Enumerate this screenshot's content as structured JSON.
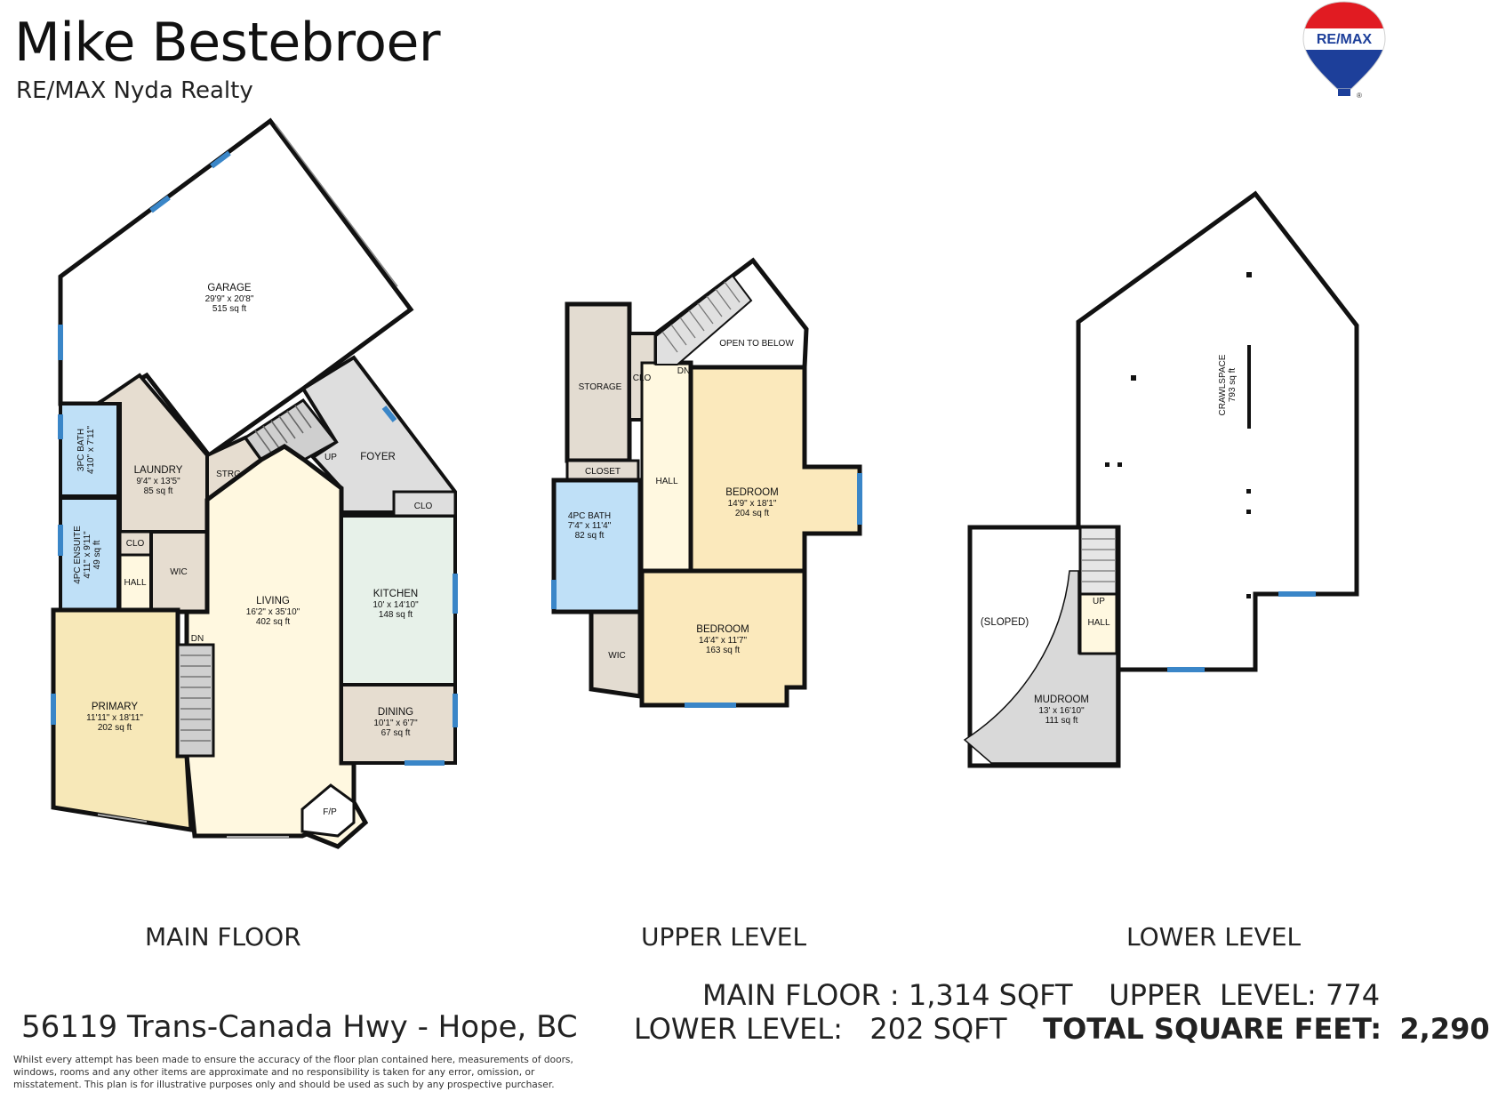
{
  "agent": {
    "name": "Mike Bestebroer",
    "brokerage": "RE/MAX Nyda Realty"
  },
  "logo": {
    "text": "RE/MAX",
    "mark": "®",
    "colors": {
      "red": "#e11b22",
      "white": "#ffffff",
      "blue": "#1d3f9a"
    }
  },
  "colors": {
    "wall": "#111111",
    "window": "#3a86c8",
    "garage": "#ffffff",
    "laundry": "#e6ddd0",
    "bath": "#bfe0f7",
    "living": "#fff8e0",
    "primary": "#f7e8b8",
    "kitchen": "#e7f1e9",
    "foyer": "#dedede",
    "bedroom": "#fbe9bc",
    "storage": "#e3dcd1",
    "mudroom": "#d9d9d9",
    "stair": "#cfcfcf"
  },
  "main_floor": {
    "caption": "MAIN FLOOR",
    "rooms": {
      "garage": {
        "name": "GARAGE",
        "dims": "29'9\" x 20'8\"",
        "area": "515 sq ft"
      },
      "laundry": {
        "name": "LAUNDRY",
        "dims": "9'4\" x 13'5\"",
        "area": "85 sq ft"
      },
      "bath3": {
        "name": "3PC BATH",
        "dims": "4'10\" x 7'11\""
      },
      "ensuite": {
        "name": "4PC ENSUITE",
        "dims": "4'11\" x 9'11\"",
        "area": "49 sq ft"
      },
      "living": {
        "name": "LIVING",
        "dims": "16'2\" x 35'10\"",
        "area": "402 sq ft"
      },
      "kitchen": {
        "name": "KITCHEN",
        "dims": "10' x 14'10\"",
        "area": "148 sq ft"
      },
      "dining": {
        "name": "DINING",
        "dims": "10'1\" x 6'7\"",
        "area": "67 sq ft"
      },
      "primary": {
        "name": "PRIMARY",
        "dims": "11'11\" x 18'11\"",
        "area": "202 sq ft"
      },
      "foyer": {
        "name": "FOYER"
      }
    },
    "labels": {
      "strg": "STRG",
      "up": "UP",
      "clo": "CLO",
      "clo2": "CLO",
      "wic": "WIC",
      "hall": "HALL",
      "dn": "DN",
      "fp": "F/P"
    }
  },
  "upper_level": {
    "caption": "UPPER LEVEL",
    "rooms": {
      "storage": {
        "name": "STORAGE"
      },
      "bath4": {
        "name": "4PC BATH",
        "dims": "7'4\" x 11'4\"",
        "area": "82 sq ft"
      },
      "bedroom1": {
        "name": "BEDROOM",
        "dims": "14'9\" x 18'1\"",
        "area": "204 sq ft"
      },
      "bedroom2": {
        "name": "BEDROOM",
        "dims": "14'4\" x 11'7\"",
        "area": "163 sq ft"
      },
      "hall": {
        "name": "HALL"
      }
    },
    "labels": {
      "clo": "CLO",
      "closet": "CLOSET",
      "open": "OPEN TO BELOW",
      "dn": "DN",
      "wic": "WIC"
    }
  },
  "lower_level": {
    "caption": "LOWER LEVEL",
    "rooms": {
      "crawl": {
        "name": "CRAWLSPACE",
        "area": "793 sq ft"
      },
      "mudroom": {
        "name": "MUDROOM",
        "dims": "13' x 16'10\"",
        "area": "111 sq ft"
      },
      "hall": {
        "name": "HALL"
      }
    },
    "labels": {
      "sloped": "(SLOPED)",
      "up": "UP"
    }
  },
  "address": "56119 Trans-Canada Hwy -  Hope, BC",
  "disclaimer": "Whilst every attempt has been made to ensure the accuracy of the floor plan contained here, measurements of doors, windows, rooms and any other items are approximate and no responsibility is taken for any error, omission, or misstatement. This plan is for illustrative purposes only and should be used as such by any prospective purchaser.",
  "square_footage": {
    "main_label": "MAIN FLOOR : 1,314 SQFT",
    "upper_label": "UPPER  LEVEL: 774",
    "lower_label": "LOWER LEVEL:   202 SQFT",
    "total_label": "TOTAL SQUARE FEET:",
    "total_value": "2,290"
  }
}
